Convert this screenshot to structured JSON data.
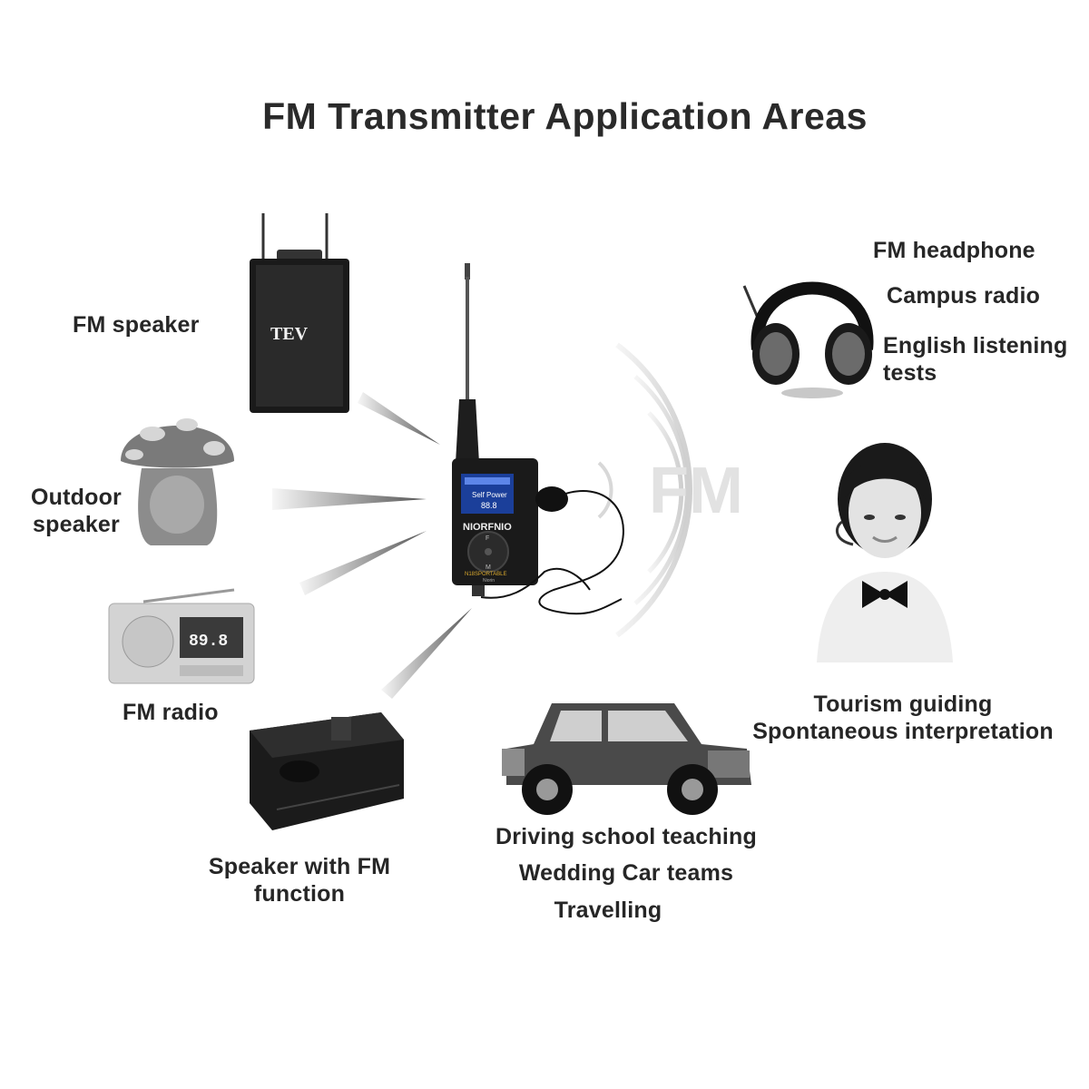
{
  "title": "FM Transmitter Application Areas",
  "center_watermark": "FM",
  "device": {
    "brand": "NIORFNIO",
    "screen_text": "Self Power",
    "screen_freq": "88.8",
    "model_strip": "N18SPORTABLE",
    "sub_strip": "Niorin",
    "button_up": "F",
    "button_down": "M"
  },
  "left_items": {
    "fm_speaker": {
      "label": "FM speaker",
      "brand": "TEV"
    },
    "outdoor_speaker": {
      "line1": "Outdoor",
      "line2": "speaker"
    },
    "fm_radio": {
      "label": "FM radio",
      "display": "89.8"
    },
    "speaker_fm": {
      "line1": "Speaker with FM",
      "line2": "function"
    }
  },
  "right_items": {
    "headphone_uses": [
      "FM headphone",
      "Campus radio",
      "English listening",
      "tests"
    ],
    "guide_uses": [
      "Tourism guiding",
      "Spontaneous interpretation"
    ]
  },
  "car_uses": [
    "Driving school teaching",
    "Wedding Car teams",
    "Travelling"
  ]
}
